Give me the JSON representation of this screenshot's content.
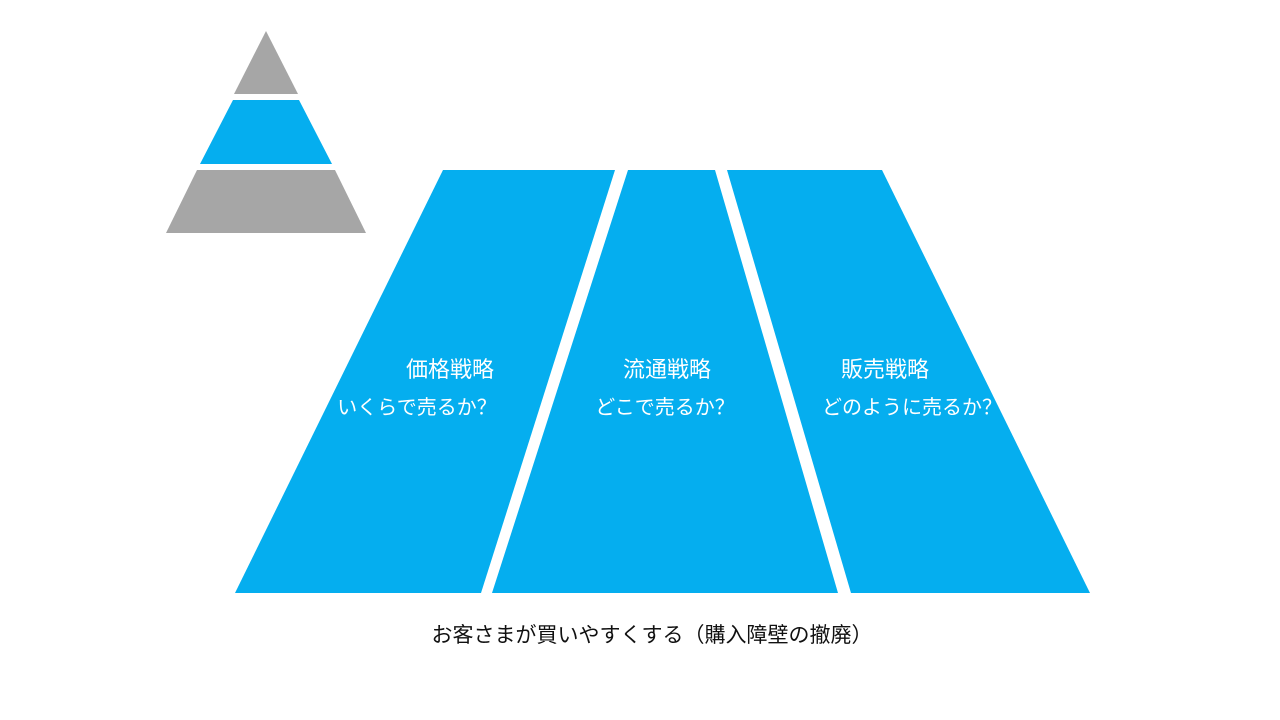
{
  "colors": {
    "accent": "#05AEEF",
    "gray": "#A6A6A6",
    "background": "#FFFFFF",
    "caption_text": "#111111"
  },
  "pyramid_icon": {
    "levels": [
      "top",
      "middle",
      "bottom"
    ],
    "highlighted_level": "middle"
  },
  "segments": [
    {
      "title": "価格戦略",
      "subtitle": "いくらで売るか？"
    },
    {
      "title": "流通戦略",
      "subtitle": "どこで売るか？"
    },
    {
      "title": "販売戦略",
      "subtitle": "どのように売るか？"
    }
  ],
  "caption": "お客さまが買いやすくする（購入障壁の撤廃）"
}
